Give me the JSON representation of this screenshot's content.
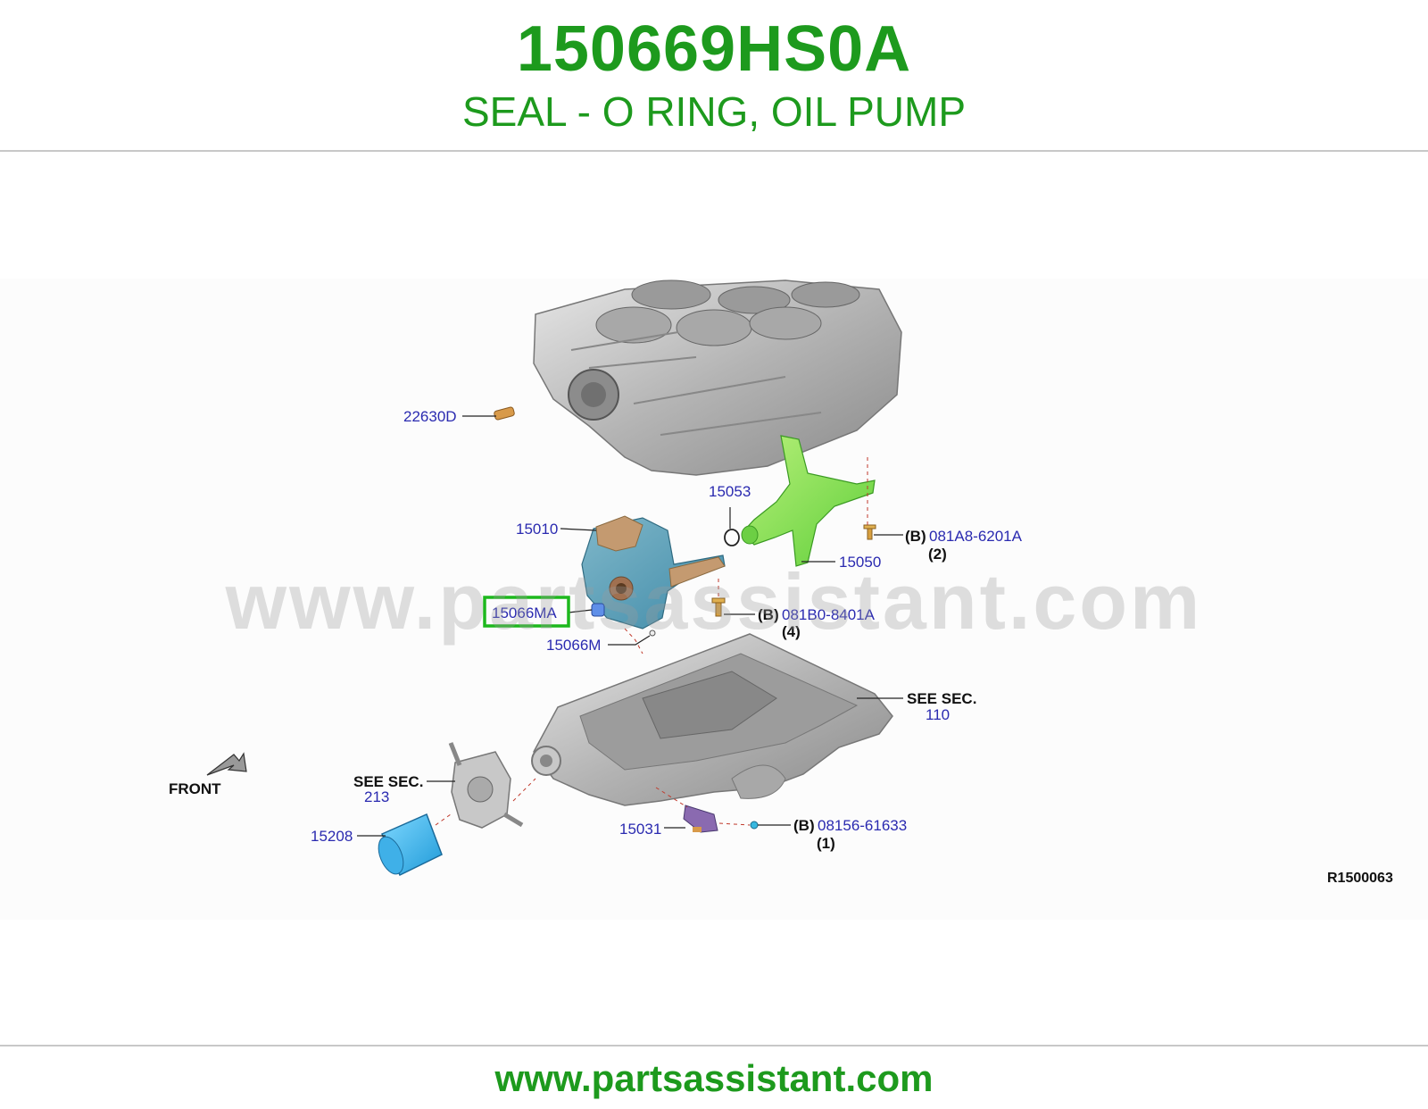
{
  "header": {
    "part_number": "150669HS0A",
    "description": "SEAL - O RING, OIL PUMP"
  },
  "diagram": {
    "watermark": "www.partsassistant.com",
    "reference_code": "R1500063",
    "front_label": "FRONT",
    "highlight_color": "#1db81d",
    "callouts": {
      "c22630d": "22630D",
      "c15053": "15053",
      "c15010": "15010",
      "c15050": "15050",
      "c081a8": "081A8-6201A",
      "c081a8_qty": "(2)",
      "c15066ma": "15066MA",
      "c081b0": "081B0-8401A",
      "c081b0_qty": "(4)",
      "c15066m": "15066M",
      "see_sec_110_label": "SEE SEC.",
      "see_sec_110_num": "110",
      "see_sec_213_label": "SEE SEC.",
      "see_sec_213_num": "213",
      "c15208": "15208",
      "c15031": "15031",
      "c08156": "08156-61633",
      "c08156_qty": "(1)",
      "bolt_prefix_1": "(B)",
      "bolt_prefix_2": "(B)",
      "bolt_prefix_3": "(B)"
    }
  },
  "footer": {
    "url": "www.partsassistant.com"
  }
}
